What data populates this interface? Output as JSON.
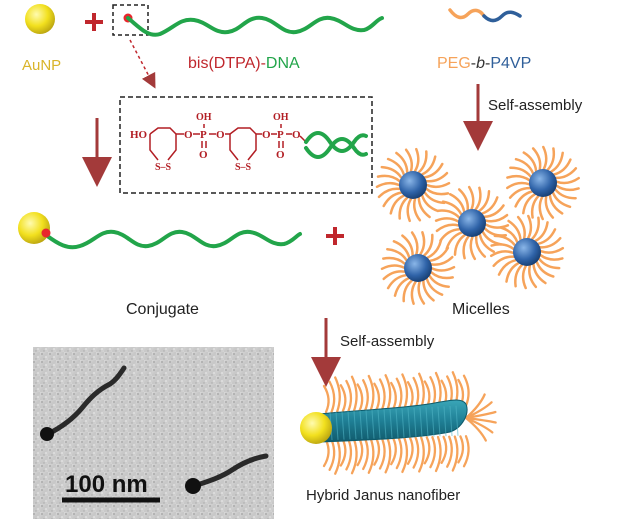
{
  "labels": {
    "aunp": "AuNP",
    "bis_dtpa": "bis(DTPA)",
    "dash": "-",
    "dna": "DNA",
    "peg": "PEG",
    "b": "b",
    "p4vp": "P4VP",
    "self_assembly_1": "Self-assembly",
    "self_assembly_2": "Self-assembly",
    "conjugate": "Conjugate",
    "micelles": "Micelles",
    "janus": "Hybrid Janus nanofiber",
    "scale_bar": "100 nm"
  },
  "chem": {
    "ho": "HO",
    "o": "O",
    "p": "P",
    "oh": "OH",
    "ss": "S–S"
  },
  "colors": {
    "gold": "#f2e01e",
    "dna_green": "#22a54a",
    "anchor_red": "#e8262c",
    "arrow": "#a33a3a",
    "chem_red": "#b21e24",
    "peg_orange": "#f6a35a",
    "p4vp_blue": "#2f5f9a",
    "label_gold": "#d9b42a",
    "label_red": "#c0272d",
    "fiber_teal": "#1f7f95"
  }
}
